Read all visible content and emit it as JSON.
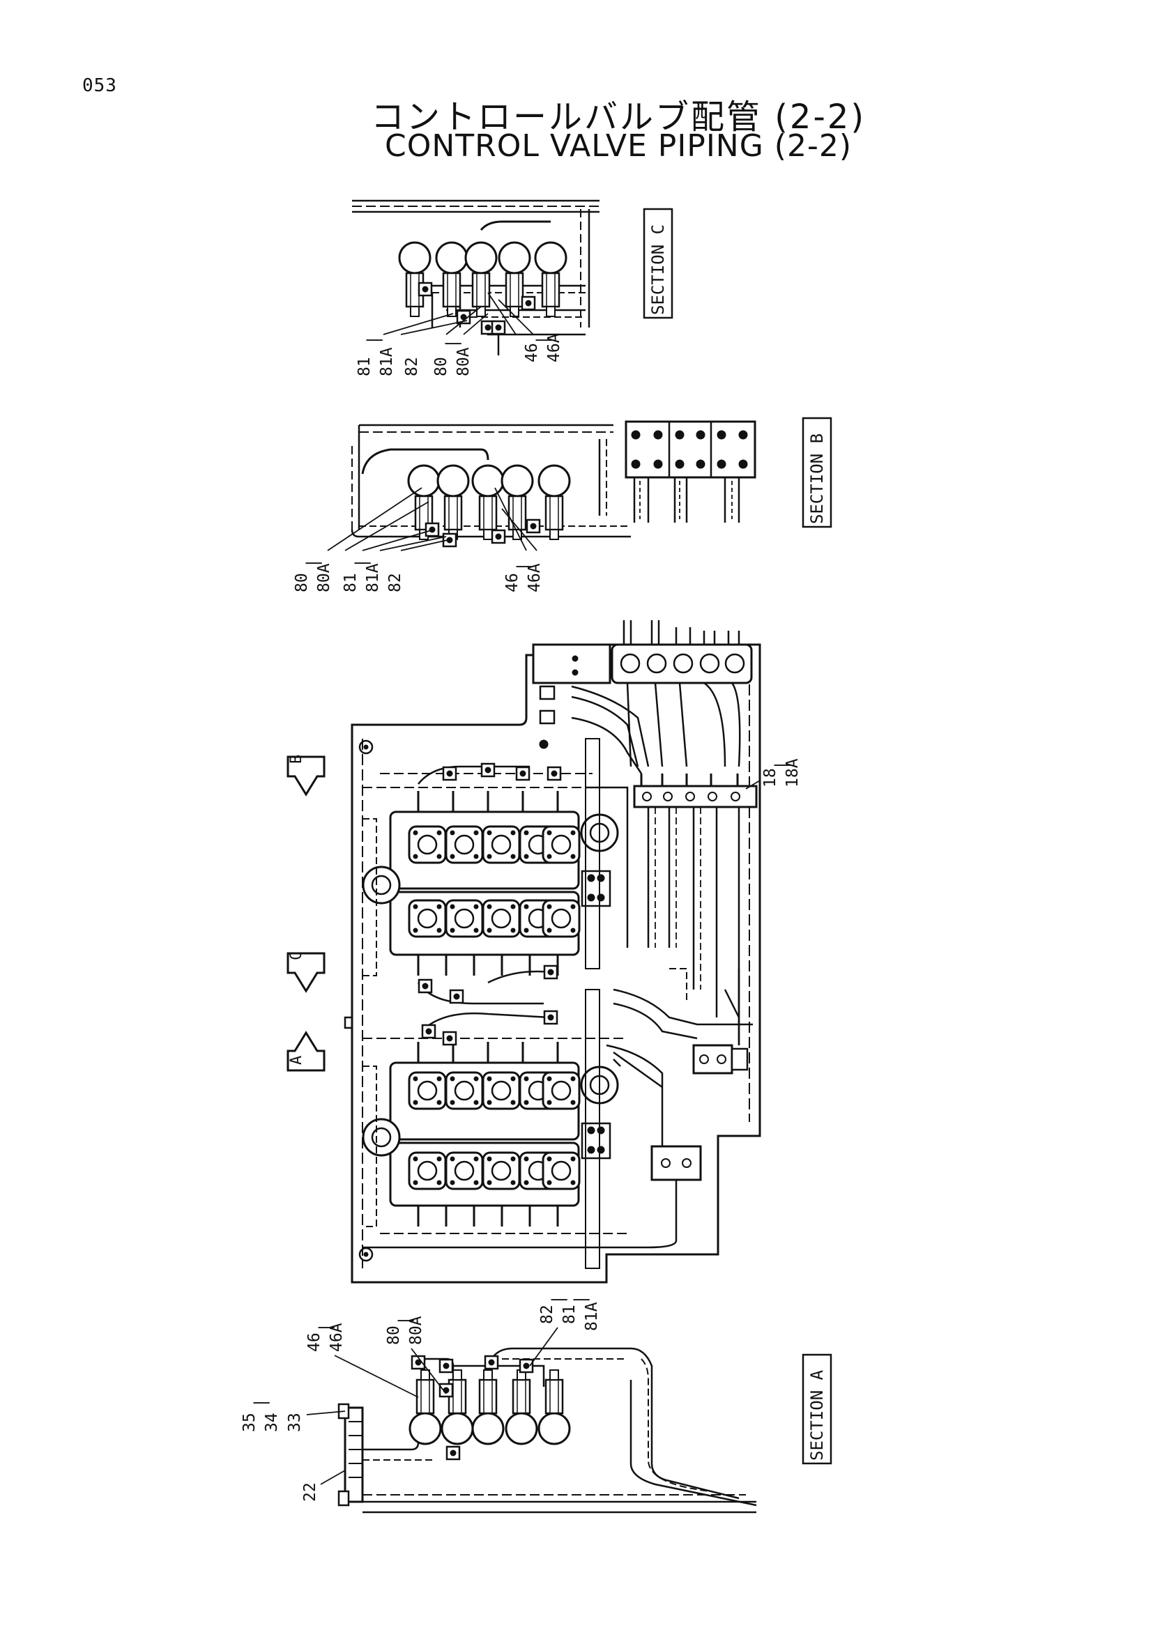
{
  "page_number": "053",
  "title_jp": "コントロールバルブ配管 (2-2)",
  "title_en": "CONTROL VALVE PIPING (2-2)",
  "sections": {
    "c": "SECTION C",
    "b": "SECTION B",
    "a": "SECTION A"
  },
  "view_arrows": [
    "B",
    "C",
    "A"
  ],
  "callouts": {
    "c_group": [
      "81",
      "|",
      "81A",
      "82",
      "80",
      "|",
      "80A",
      "46",
      "|",
      "46A"
    ],
    "b_group": [
      "80",
      "|",
      "80A",
      "81",
      "|",
      "81A",
      "82",
      "46",
      "|",
      "46A"
    ],
    "main_group": [
      "18",
      "|",
      "18A"
    ],
    "a_left": [
      "35",
      "|",
      "34",
      "33",
      "22"
    ],
    "a_top": [
      "46",
      "|",
      "46A",
      "80",
      "|",
      "80A",
      "82",
      "|",
      "81",
      "|",
      "81A"
    ]
  }
}
